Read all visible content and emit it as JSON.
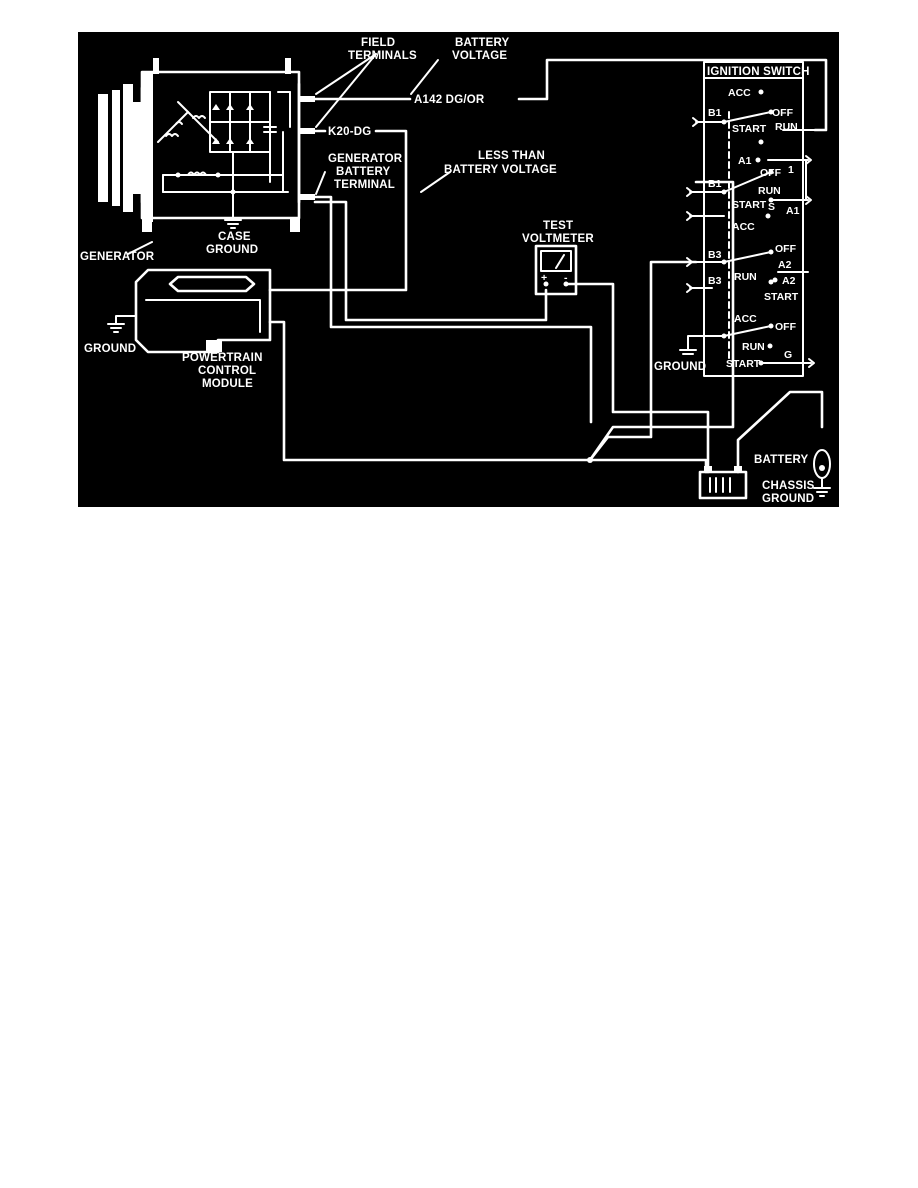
{
  "diagram": {
    "background": "#000000",
    "line_color": "#ffffff",
    "labels": {
      "field_terminals": [
        "FIELD",
        "TERMINALS"
      ],
      "battery_voltage": [
        "BATTERY",
        "VOLTAGE"
      ],
      "a142": "A142 DG/OR",
      "k20": "K20-DG",
      "less_than": [
        "LESS THAN",
        "BATTERY VOLTAGE"
      ],
      "gen_battery_terminal": [
        "GENERATOR",
        "BATTERY",
        "TERMINAL"
      ],
      "case_ground": [
        "CASE",
        "GROUND"
      ],
      "generator": "GENERATOR",
      "pcm": [
        "POWERTRAIN",
        "CONTROL",
        "MODULE"
      ],
      "ground_left": "GROUND",
      "test_voltmeter": [
        "TEST",
        "VOLTMETER"
      ],
      "meter_plus": "+",
      "meter_minus": "-",
      "ground_mid": "GROUND",
      "battery": "BATTERY",
      "chassis_ground": [
        "CHASSIS",
        "GROUND"
      ]
    },
    "ignition_switch": {
      "title": "IGNITION SWITCH",
      "sections": [
        {
          "terminal": "B1",
          "positions": [
            "ACC",
            "OFF",
            "START",
            "RUN"
          ]
        },
        {
          "terminal": "B1",
          "positions": [
            "A1",
            "OFF",
            "RUN",
            "1",
            "START",
            "S",
            "A1",
            "ACC"
          ]
        },
        {
          "terminal": "B3",
          "positions": [
            "OFF",
            "B3",
            "RUN",
            "A2",
            "A2",
            "START"
          ]
        },
        {
          "terminal": "",
          "positions": [
            "ACC",
            "OFF",
            "RUN",
            "START",
            "G"
          ]
        }
      ]
    }
  }
}
